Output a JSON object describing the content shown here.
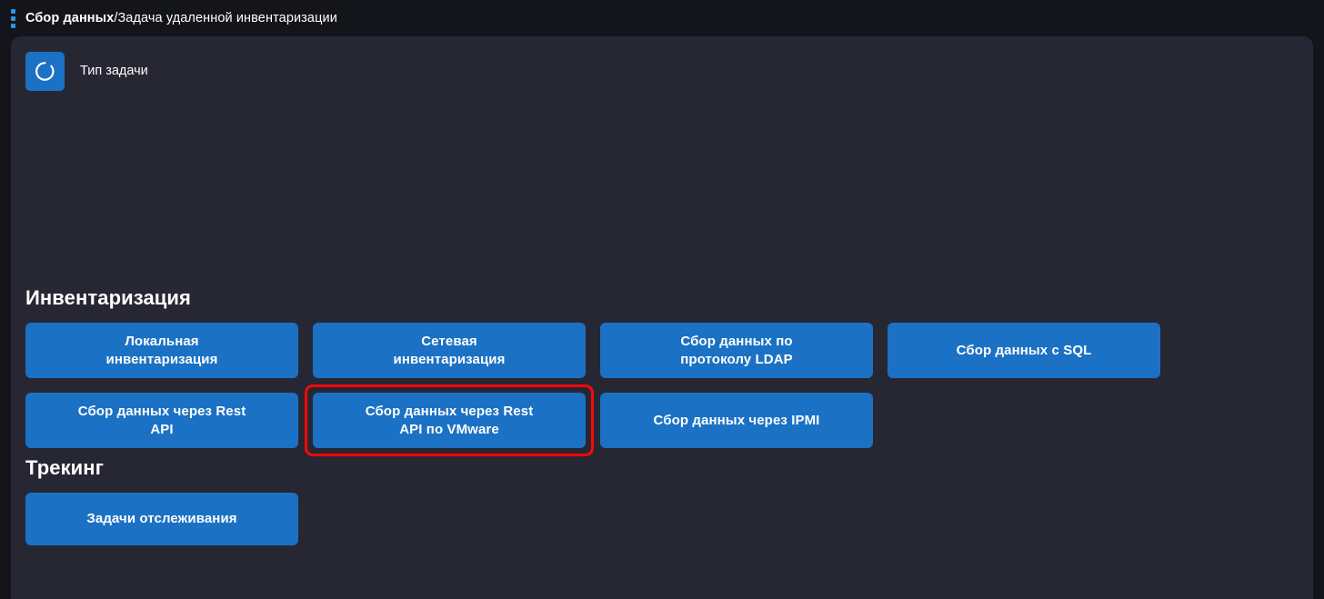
{
  "topbar": {
    "menu_icon": "kebab-menu-icon",
    "breadcrumb": {
      "root": "Сбор данных",
      "separator": "/",
      "leaf": "Задача удаленной инвентаризации"
    }
  },
  "card": {
    "task_type": {
      "icon": "spinner-icon",
      "label": "Тип задачи"
    },
    "sections": [
      {
        "id": "inventory",
        "title": "Инвентаризация",
        "rows": [
          [
            {
              "id": "local-inventory",
              "label": "Локальная\nинвентаризация",
              "highlighted": false
            },
            {
              "id": "network-inventory",
              "label": "Сетевая\nинвентаризация",
              "highlighted": false
            },
            {
              "id": "ldap-collect",
              "label": "Сбор данных по\nпротоколу LDAP",
              "highlighted": false
            },
            {
              "id": "sql-collect",
              "label": "Сбор данных с SQL",
              "highlighted": false
            }
          ],
          [
            {
              "id": "rest-api-collect",
              "label": "Сбор данных через Rest\nAPI",
              "highlighted": false
            },
            {
              "id": "rest-api-vmware-collect",
              "label": "Сбор данных через Rest\nAPI по VMware",
              "highlighted": true
            },
            {
              "id": "ipmi-collect",
              "label": "Сбор данных через IPMI",
              "highlighted": false
            }
          ]
        ]
      },
      {
        "id": "tracking",
        "title": "Трекинг",
        "rows": [
          [
            {
              "id": "tracking-tasks",
              "label": "Задачи отслеживания",
              "highlighted": false
            }
          ]
        ]
      }
    ]
  },
  "colors": {
    "page_background": "#14151a",
    "card_background": "#272633",
    "button_blue": "#1b71c4",
    "accent_blue": "#2f93e0",
    "highlight_red": "#fb0808",
    "text_primary": "#ffffff"
  }
}
